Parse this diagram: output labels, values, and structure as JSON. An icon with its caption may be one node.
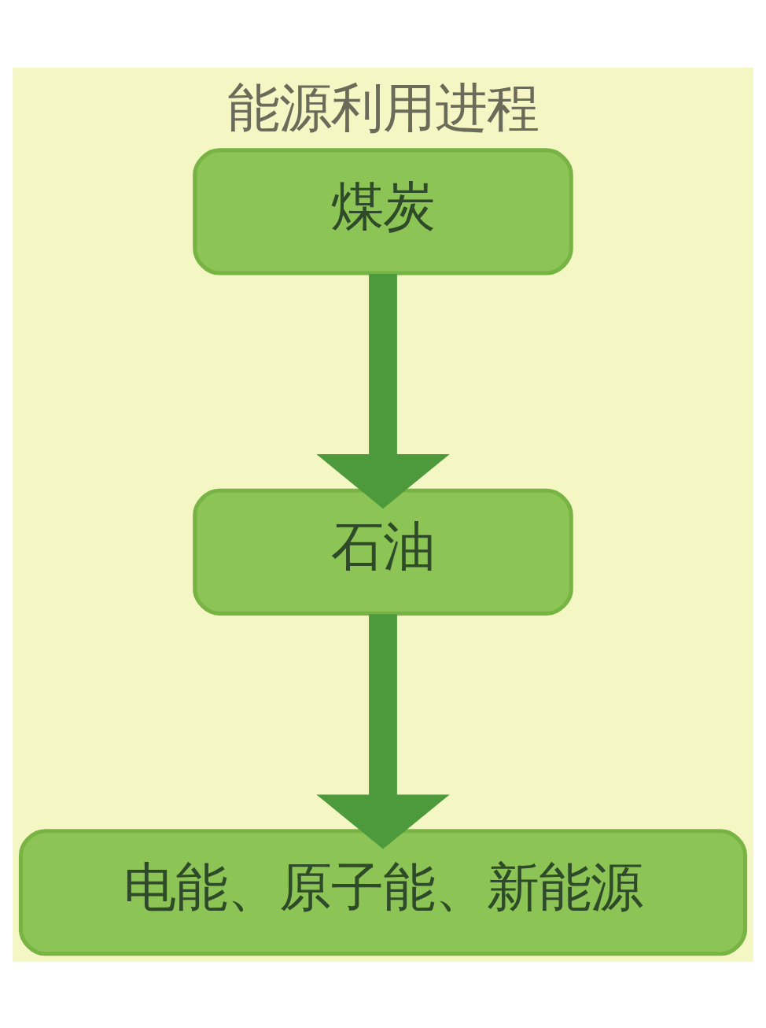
{
  "diagram": {
    "title": "能源利用进程",
    "nodes": [
      {
        "text": [
          "煤炭"
        ]
      },
      {
        "text": [
          "石油"
        ]
      },
      {
        "text": [
          "电能、原子能、新能源"
        ]
      }
    ],
    "edges": [
      {
        "from": 0,
        "to": 1,
        "arrow": "to"
      },
      {
        "from": 1,
        "to": 2,
        "arrow": "to"
      }
    ]
  }
}
